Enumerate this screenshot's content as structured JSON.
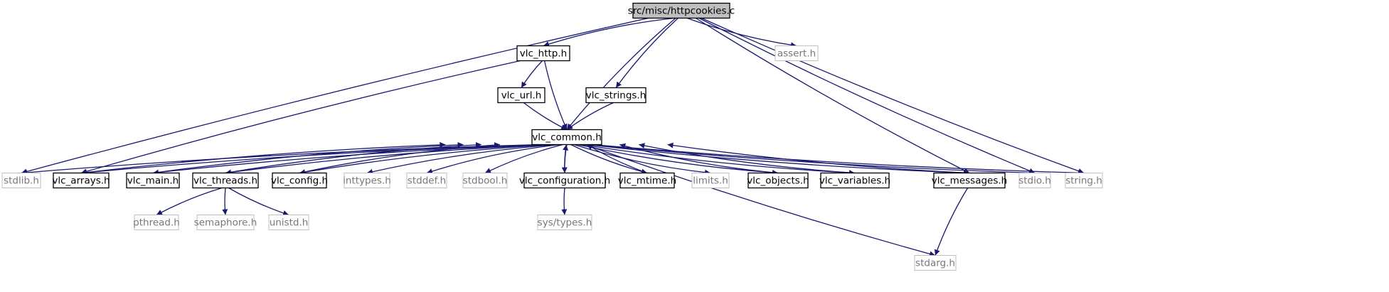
{
  "diagram": {
    "type": "include-dependency-graph",
    "colors": {
      "edge": "#191970",
      "root_fill": "#bfbfbf",
      "node_border": "#000000",
      "external_border": "#bfbfbf",
      "external_text": "#777777"
    },
    "nodes": [
      {
        "id": "root",
        "label": "src/misc/httpcookies.c",
        "kind": "root"
      },
      {
        "id": "vlc_http",
        "label": "vlc_http.h",
        "kind": "project"
      },
      {
        "id": "assert",
        "label": "assert.h",
        "kind": "external"
      },
      {
        "id": "vlc_url",
        "label": "vlc_url.h",
        "kind": "project"
      },
      {
        "id": "vlc_strings",
        "label": "vlc_strings.h",
        "kind": "project"
      },
      {
        "id": "vlc_common",
        "label": "vlc_common.h",
        "kind": "project"
      },
      {
        "id": "stdlib",
        "label": "stdlib.h",
        "kind": "external"
      },
      {
        "id": "vlc_arrays",
        "label": "vlc_arrays.h",
        "kind": "project"
      },
      {
        "id": "vlc_main",
        "label": "vlc_main.h",
        "kind": "project"
      },
      {
        "id": "vlc_threads",
        "label": "vlc_threads.h",
        "kind": "project"
      },
      {
        "id": "vlc_config",
        "label": "vlc_config.h",
        "kind": "project"
      },
      {
        "id": "inttypes",
        "label": "inttypes.h",
        "kind": "external"
      },
      {
        "id": "stddef",
        "label": "stddef.h",
        "kind": "external"
      },
      {
        "id": "stdbool",
        "label": "stdbool.h",
        "kind": "external"
      },
      {
        "id": "vlc_configuration",
        "label": "vlc_configuration.h",
        "kind": "project"
      },
      {
        "id": "vlc_mtime",
        "label": "vlc_mtime.h",
        "kind": "project"
      },
      {
        "id": "limits",
        "label": "limits.h",
        "kind": "external"
      },
      {
        "id": "vlc_objects",
        "label": "vlc_objects.h",
        "kind": "project"
      },
      {
        "id": "vlc_variables",
        "label": "vlc_variables.h",
        "kind": "project"
      },
      {
        "id": "vlc_messages",
        "label": "vlc_messages.h",
        "kind": "project"
      },
      {
        "id": "stdio",
        "label": "stdio.h",
        "kind": "external"
      },
      {
        "id": "string",
        "label": "string.h",
        "kind": "external"
      },
      {
        "id": "pthread",
        "label": "pthread.h",
        "kind": "external"
      },
      {
        "id": "semaphore",
        "label": "semaphore.h",
        "kind": "external"
      },
      {
        "id": "unistd",
        "label": "unistd.h",
        "kind": "external"
      },
      {
        "id": "sys_types",
        "label": "sys/types.h",
        "kind": "external"
      },
      {
        "id": "stdarg",
        "label": "stdarg.h",
        "kind": "external"
      }
    ],
    "edges": [
      {
        "from": "root",
        "to": "vlc_http"
      },
      {
        "from": "root",
        "to": "assert"
      },
      {
        "from": "root",
        "to": "vlc_strings"
      },
      {
        "from": "root",
        "to": "vlc_common"
      },
      {
        "from": "root",
        "to": "stdlib"
      },
      {
        "from": "root",
        "to": "vlc_messages"
      },
      {
        "from": "root",
        "to": "stdio"
      },
      {
        "from": "root",
        "to": "string"
      },
      {
        "from": "vlc_http",
        "to": "vlc_url"
      },
      {
        "from": "vlc_http",
        "to": "vlc_common"
      },
      {
        "from": "vlc_http",
        "to": "vlc_arrays"
      },
      {
        "from": "vlc_url",
        "to": "vlc_common"
      },
      {
        "from": "vlc_strings",
        "to": "vlc_common"
      },
      {
        "from": "vlc_common",
        "to": "stdlib"
      },
      {
        "from": "vlc_common",
        "to": "vlc_arrays"
      },
      {
        "from": "vlc_common",
        "to": "vlc_main"
      },
      {
        "from": "vlc_common",
        "to": "vlc_threads"
      },
      {
        "from": "vlc_common",
        "to": "vlc_config"
      },
      {
        "from": "vlc_common",
        "to": "inttypes"
      },
      {
        "from": "vlc_common",
        "to": "stddef"
      },
      {
        "from": "vlc_common",
        "to": "stdbool"
      },
      {
        "from": "vlc_common",
        "to": "vlc_configuration"
      },
      {
        "from": "vlc_common",
        "to": "vlc_mtime"
      },
      {
        "from": "vlc_common",
        "to": "limits"
      },
      {
        "from": "vlc_common",
        "to": "vlc_objects"
      },
      {
        "from": "vlc_common",
        "to": "vlc_variables"
      },
      {
        "from": "vlc_common",
        "to": "vlc_messages"
      },
      {
        "from": "vlc_common",
        "to": "stdio"
      },
      {
        "from": "vlc_common",
        "to": "string"
      },
      {
        "from": "vlc_common",
        "to": "stdarg"
      },
      {
        "from": "vlc_arrays",
        "to": "vlc_common"
      },
      {
        "from": "vlc_main",
        "to": "vlc_common"
      },
      {
        "from": "vlc_threads",
        "to": "vlc_common"
      },
      {
        "from": "vlc_config",
        "to": "vlc_common"
      },
      {
        "from": "vlc_configuration",
        "to": "vlc_common"
      },
      {
        "from": "vlc_mtime",
        "to": "vlc_common"
      },
      {
        "from": "vlc_objects",
        "to": "vlc_common"
      },
      {
        "from": "vlc_variables",
        "to": "vlc_common"
      },
      {
        "from": "vlc_messages",
        "to": "vlc_common"
      },
      {
        "from": "vlc_threads",
        "to": "pthread"
      },
      {
        "from": "vlc_threads",
        "to": "semaphore"
      },
      {
        "from": "vlc_threads",
        "to": "unistd"
      },
      {
        "from": "vlc_configuration",
        "to": "sys_types"
      },
      {
        "from": "vlc_messages",
        "to": "stdarg"
      }
    ]
  }
}
